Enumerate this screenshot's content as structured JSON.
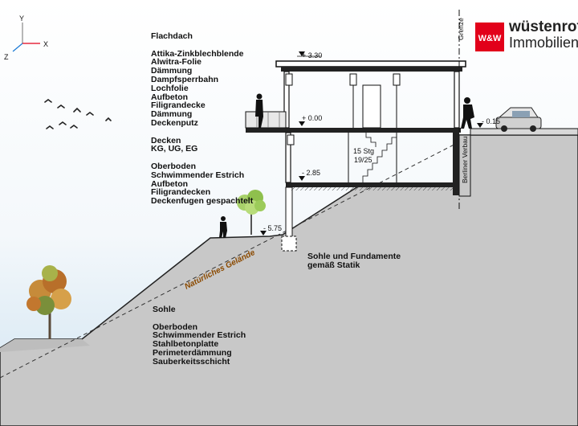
{
  "axes": {
    "y": "Y",
    "x": "X",
    "z": "Z"
  },
  "logo": {
    "mark": "W&W",
    "brand": "wüstenrot",
    "subtitle": "Immobilien"
  },
  "specs": {
    "roof": [
      "Flachdach",
      "",
      "Attika-Zinkblechblende",
      "Alwitra-Folie",
      "Dämmung",
      "Dampfsperrbahn",
      "Lochfolie",
      "Aufbeton",
      "Filigrandecke",
      "Dämmung",
      "Deckenputz",
      "",
      "Decken",
      "KG, UG, EG",
      "",
      "Oberboden",
      "Schwimmender Estrich",
      "Aufbeton",
      "Filigrandecken",
      "Deckenfugen gespachtelt"
    ],
    "foundation": [
      "Sohle und Fundamente",
      "gemäß Statik"
    ],
    "base": [
      "Sohle",
      "",
      "Oberboden",
      "Schwimmender Estrich",
      "Stahlbetonplatte",
      "Perimeterdämmung",
      "Sauberkeitsschicht"
    ]
  },
  "levels": {
    "roof": "+ 3.30",
    "ground": "+ 0.00",
    "lower": "- 2.85",
    "terrain": "- 5.75",
    "street": "- 0.15"
  },
  "labels": {
    "border": "Grenze",
    "shoring": "Berliner Verbau",
    "stairs_line1": "15 Stg",
    "stairs_line2": "19/25",
    "natural_terrain": "Natürliches Gelände"
  },
  "colors": {
    "brand_red": "#e2001a",
    "terrain": "#c8c8c8",
    "sky_top": "#cfe3f1",
    "terrain_label": "#8b4a00"
  }
}
